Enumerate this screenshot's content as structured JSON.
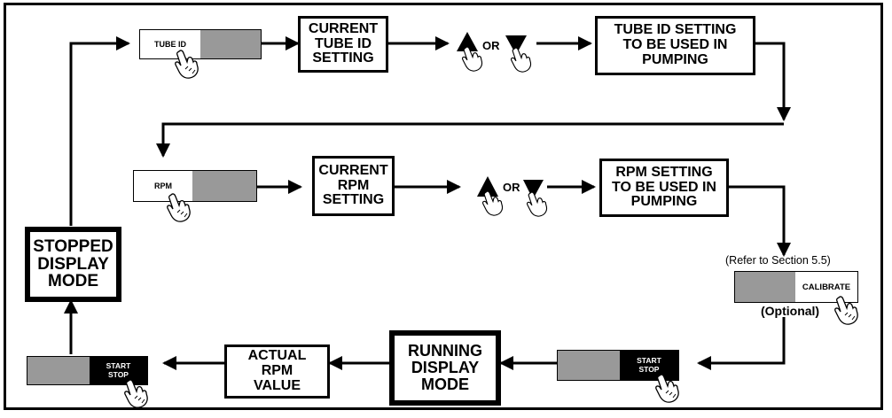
{
  "boxes": {
    "current_tube_id": "CURRENT\nTUBE ID\nSETTING",
    "tube_id_setting": "TUBE ID SETTING\nTO BE USED IN\nPUMPING",
    "current_rpm": "CURRENT\nRPM\nSETTING",
    "rpm_setting": "RPM SETTING\nTO BE USED IN\nPUMPING",
    "stopped_mode": "STOPPED\nDISPLAY\nMODE",
    "running_mode": "RUNNING\nDISPLAY\nMODE",
    "actual_rpm": "ACTUAL\nRPM\nVALUE"
  },
  "keys": {
    "tube_id": "TUBE ID",
    "rpm": "RPM",
    "calibrate": "CALIBRATE",
    "start_stop": "START\nSTOP"
  },
  "labels": {
    "or": "OR",
    "refer": "(Refer to Section 5.5)",
    "optional": "(Optional)"
  },
  "icons": [
    "pointing-hand-icon",
    "up-arrow-key-icon",
    "down-arrow-key-icon",
    "indicator-dot-icon"
  ]
}
